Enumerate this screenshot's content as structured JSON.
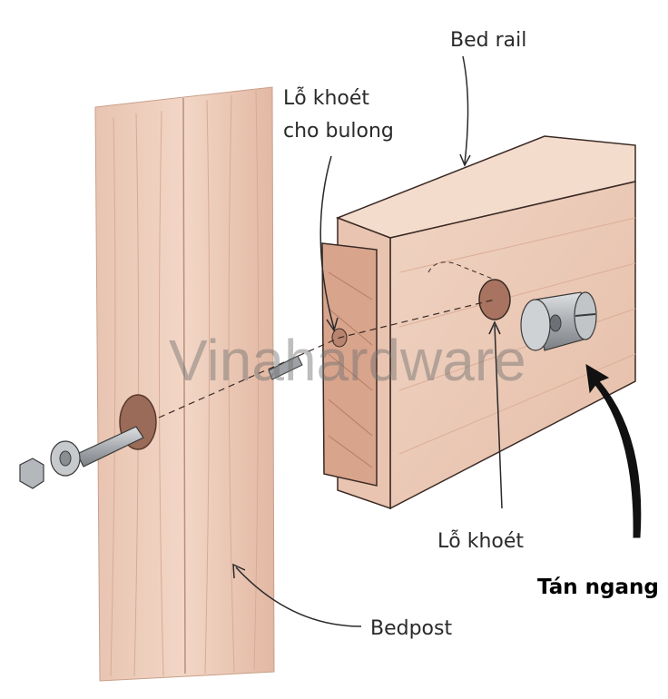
{
  "labels": {
    "bed_rail": "Bed rail",
    "bolt_hole_line1": "Lỗ khoét",
    "bolt_hole_line2": "cho bulong",
    "hole": "Lỗ khoét",
    "cross_nut": "Tán ngang",
    "bedpost": "Bedpost"
  },
  "watermark": "Vinahardware",
  "colors": {
    "wood_light": "#efd2c2",
    "wood_mid": "#e3b9a3",
    "wood_dark": "#c99782",
    "outline": "#3a2a24",
    "metal": "#b9bcbf"
  }
}
